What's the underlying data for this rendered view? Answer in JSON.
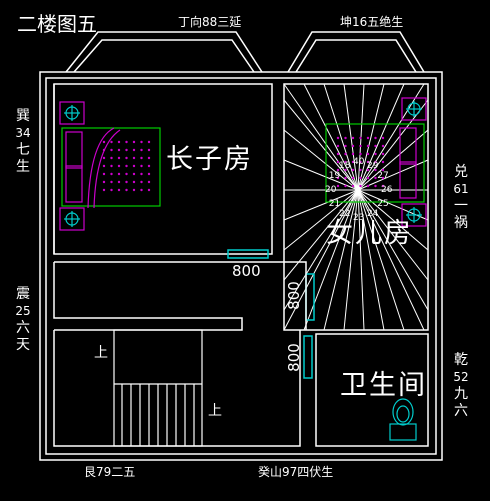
{
  "title": "二楼图五",
  "directions": {
    "top_left": "丁向88三延",
    "top_right": "坤16五绝生",
    "bottom_left": "艮79二五",
    "bottom_center": "癸山97四伏生",
    "left_upper": [
      "巽",
      "34",
      "七",
      "生"
    ],
    "left_lower": [
      "震",
      "25",
      "六",
      "天"
    ],
    "right_upper": [
      "兑",
      "61",
      "一",
      "祸"
    ],
    "right_lower": [
      "乾",
      "52",
      "九",
      "六"
    ]
  },
  "rooms": {
    "eldest_son_room": "长子房",
    "daughter_room": "女儿房",
    "bathroom": "卫生间"
  },
  "dimensions": {
    "door_horizontal": "800",
    "door_vertical_upper": "800",
    "door_vertical_lower": "800"
  },
  "stairs": {
    "up_label_1": "上",
    "up_label_2": "上"
  },
  "radial_labels": [
    "40",
    "29",
    "27",
    "26",
    "25",
    "24",
    "23",
    "22",
    "21",
    "20",
    "19",
    "18"
  ],
  "colors": {
    "wall": "#ffffff",
    "bed_frame": "#00cc00",
    "bed_detail": "#cc00cc",
    "door": "#00cccc",
    "fixture": "#00cccc"
  }
}
